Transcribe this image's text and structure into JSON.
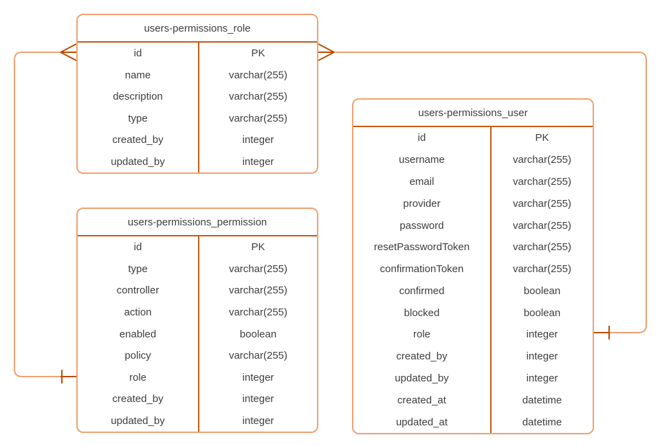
{
  "diagram": {
    "colors": {
      "background": "#ffffff",
      "table_border_light": "#efa172",
      "divider_dark": "#c45a13",
      "edge_line_light": "#efa172",
      "edge_marker_dark": "#bc4b00",
      "text": "#3d3d3d"
    },
    "tables": [
      {
        "id": "role",
        "title": "users-permissions_role",
        "rows": [
          {
            "name": "id",
            "type": "PK"
          },
          {
            "name": "name",
            "type": "varchar(255)"
          },
          {
            "name": "description",
            "type": "varchar(255)"
          },
          {
            "name": "type",
            "type": "varchar(255)"
          },
          {
            "name": "created_by",
            "type": "integer"
          },
          {
            "name": "updated_by",
            "type": "integer"
          }
        ]
      },
      {
        "id": "permission",
        "title": "users-permissions_permission",
        "rows": [
          {
            "name": "id",
            "type": "PK"
          },
          {
            "name": "type",
            "type": "varchar(255)"
          },
          {
            "name": "controller",
            "type": "varchar(255)"
          },
          {
            "name": "action",
            "type": "varchar(255)"
          },
          {
            "name": "enabled",
            "type": "boolean"
          },
          {
            "name": "policy",
            "type": "varchar(255)"
          },
          {
            "name": "role",
            "type": "integer"
          },
          {
            "name": "created_by",
            "type": "integer"
          },
          {
            "name": "updated_by",
            "type": "integer"
          }
        ]
      },
      {
        "id": "user",
        "title": "users-permissions_user",
        "rows": [
          {
            "name": "id",
            "type": "PK"
          },
          {
            "name": "username",
            "type": "varchar(255)"
          },
          {
            "name": "email",
            "type": "varchar(255)"
          },
          {
            "name": "provider",
            "type": "varchar(255)"
          },
          {
            "name": "password",
            "type": "varchar(255)"
          },
          {
            "name": "resetPasswordToken",
            "type": "varchar(255)"
          },
          {
            "name": "confirmationToken",
            "type": "varchar(255)"
          },
          {
            "name": "confirmed",
            "type": "boolean"
          },
          {
            "name": "blocked",
            "type": "boolean"
          },
          {
            "name": "role",
            "type": "integer"
          },
          {
            "name": "created_by",
            "type": "integer"
          },
          {
            "name": "updated_by",
            "type": "integer"
          },
          {
            "name": "created_at",
            "type": "datetime"
          },
          {
            "name": "updated_at",
            "type": "datetime"
          }
        ]
      }
    ],
    "relationships": [
      {
        "from_table": "users-permissions_role",
        "from_field": "id",
        "from_marker": "many-crows-foot",
        "to_table": "users-permissions_permission",
        "to_field": "role",
        "to_marker": "one-tick"
      },
      {
        "from_table": "users-permissions_role",
        "from_field": "id",
        "from_marker": "many-crows-foot",
        "to_table": "users-permissions_user",
        "to_field": "role",
        "to_marker": "one-tick"
      }
    ]
  }
}
